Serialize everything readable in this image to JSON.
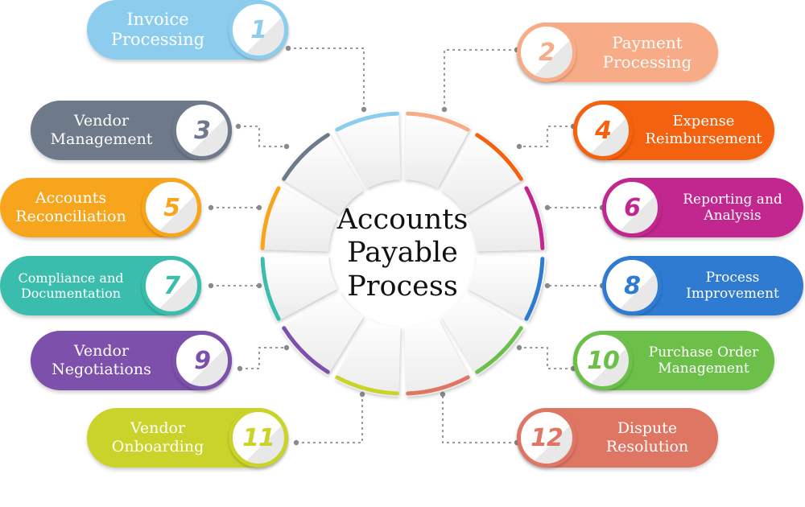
{
  "center": {
    "lines": [
      "Accounts",
      "Payable",
      "Process"
    ]
  },
  "steps": [
    {
      "number": "1",
      "lines": [
        "Invoice",
        "Processing"
      ],
      "color": "#8ccdee",
      "side": "left"
    },
    {
      "number": "2",
      "lines": [
        "Payment",
        "Processing"
      ],
      "color": "#f7ab86",
      "side": "right"
    },
    {
      "number": "3",
      "lines": [
        "Vendor",
        "Management"
      ],
      "color": "#6e7a8a",
      "side": "left"
    },
    {
      "number": "4",
      "lines": [
        "Expense",
        "Reimbursement"
      ],
      "color": "#f4620f",
      "side": "right"
    },
    {
      "number": "5",
      "lines": [
        "Accounts",
        "Reconciliation"
      ],
      "color": "#f7a51c",
      "side": "left"
    },
    {
      "number": "6",
      "lines": [
        "Reporting and",
        "Analysis"
      ],
      "color": "#c2278f",
      "side": "right"
    },
    {
      "number": "7",
      "lines": [
        "Compliance and",
        "Documentation"
      ],
      "color": "#3bbdad",
      "side": "left"
    },
    {
      "number": "8",
      "lines": [
        "Process",
        "Improvement"
      ],
      "color": "#2f7bd1",
      "side": "right"
    },
    {
      "number": "9",
      "lines": [
        "Vendor",
        "Negotiations"
      ],
      "color": "#7d50ac",
      "side": "left"
    },
    {
      "number": "10",
      "lines": [
        "Purchase Order",
        "Management"
      ],
      "color": "#6cc04a",
      "side": "right"
    },
    {
      "number": "11",
      "lines": [
        "Vendor",
        "Onboarding"
      ],
      "color": "#c9d32a",
      "side": "left"
    },
    {
      "number": "12",
      "lines": [
        "Dispute",
        "Resolution"
      ],
      "color": "#de7663",
      "side": "right"
    }
  ]
}
